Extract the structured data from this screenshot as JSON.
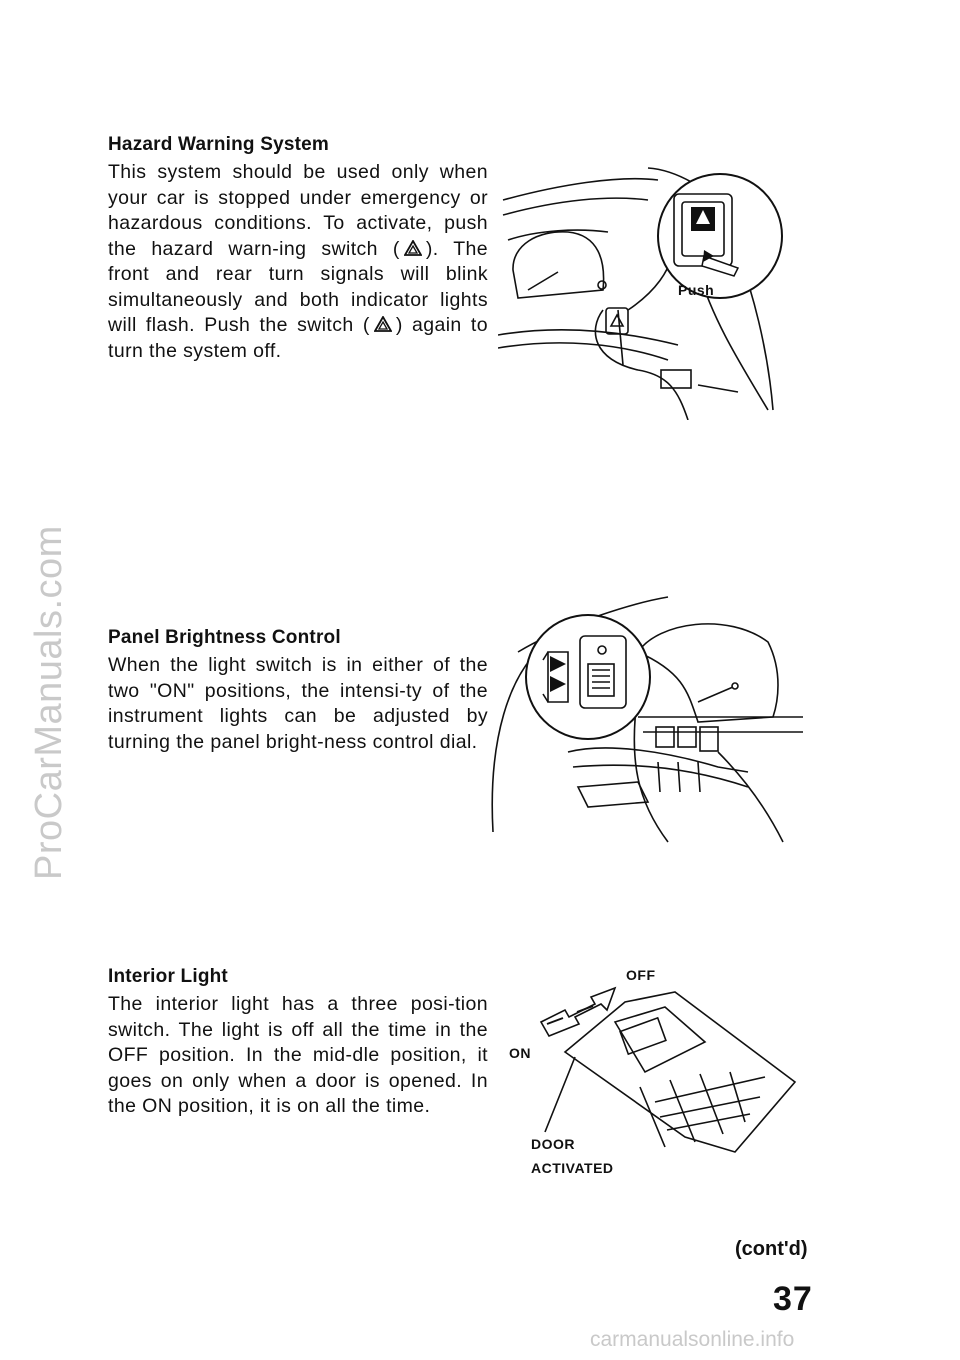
{
  "watermark": "ProCarManuals.com",
  "hazard": {
    "title": "Hazard Warning System",
    "text_before": "This system should be used only when your car is stopped under emergency or hazardous conditions. To activate, push the hazard warn-ing switch (",
    "text_middle": "). The front and rear turn signals will blink simultaneously and both indicator lights will flash. Push the switch (",
    "text_after": ") again to turn the system off.",
    "figure_label": "Push",
    "icon": "hazard-triangle-icon"
  },
  "panel": {
    "title": "Panel Brightness Control",
    "text": "When the light switch is in either of the two \"ON\" positions, the intensi-ty of the instrument lights can be adjusted by turning the panel bright-ness control dial."
  },
  "interior": {
    "title": "Interior Light",
    "text": "The interior light has a three posi-tion switch. The light is off all the time in the OFF position. In the mid-dle position, it goes on only when a door is opened. In the ON position, it is on all the time.",
    "label_off": "OFF",
    "label_on": "ON",
    "label_door": "DOOR",
    "label_activated": "ACTIVATED"
  },
  "contd": "(cont'd)",
  "page_number": "37",
  "footer": "carmanualsonline.info"
}
